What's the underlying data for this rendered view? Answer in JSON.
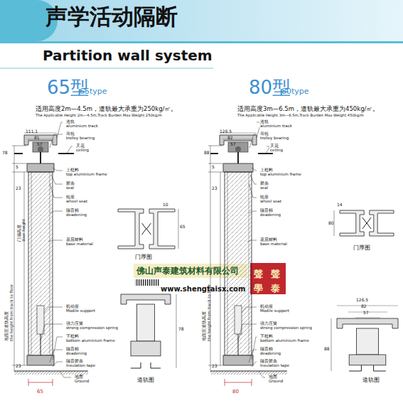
{
  "diagram": {
    "title": "声学活动隔断",
    "labels": [
      "Partition wall system",
      "65型",
      "65type",
      "适用高度2m—4.5m，道轨最大承重为250kg/㎡。",
      "The Applicable Height 2m—4.5m,Track Burden Max Weight 250kg/m",
      "111.1",
      "81",
      "57",
      "78",
      "5",
      "23",
      "23",
      "65",
      "道轨",
      "aluminium track",
      "吊轮",
      "trolley bearing",
      "天花",
      "ceiling",
      "上框料",
      "top aluminium frame",
      "胶条",
      "seal",
      "轮座",
      "wheel seat",
      "隔音棉",
      "deadening",
      "基层材料",
      "base material",
      "机动座",
      "Modile support",
      "强力压簧",
      "strong compression spring",
      "下框料",
      "bottom aluminium frame",
      "隔音棉",
      "deadening",
      "隔音胶条",
      "Insulation tape",
      "地面",
      "Ground",
      "地面至道轨高度",
      "the height from track to floor",
      "门扇高度",
      "door height",
      "10",
      "65",
      "门厚图",
      "78",
      "道轨图",
      "80型",
      "80type",
      "适用高度3m—6.5m，道轨最大承重为450kg/㎡。",
      "The Applicable Height 3m—6.5m,Track Burden Max Weight 450kg/m",
      "126.5",
      "82",
      "57",
      "88",
      "5",
      "23",
      "23",
      "80",
      "道轨",
      "aluminium track",
      "吊轮",
      "trolley bearing",
      "天花",
      "ceiling",
      "上框料",
      "top aluminium frame",
      "胶条",
      "seal",
      "轮座",
      "wheel seat",
      "隔音棉",
      "deadening",
      "基层材料",
      "base material",
      "机动座",
      "Modile support",
      "强力压簧",
      "strong compression spring",
      "下框料",
      "bottom aluminium frame",
      "隔音棉",
      "deadening",
      "隔音胶条",
      "Insulation tape",
      "地面",
      "Ground",
      "地面至道轨高度",
      "the height from track to floor",
      "14",
      "80",
      "门厚图",
      "126.5",
      "82",
      "57",
      "88",
      "道轨图",
      "佛山声泰建筑材料有限公司",
      "www.shengtaisx.com",
      "聲泰",
      "聲學"
    ]
  }
}
